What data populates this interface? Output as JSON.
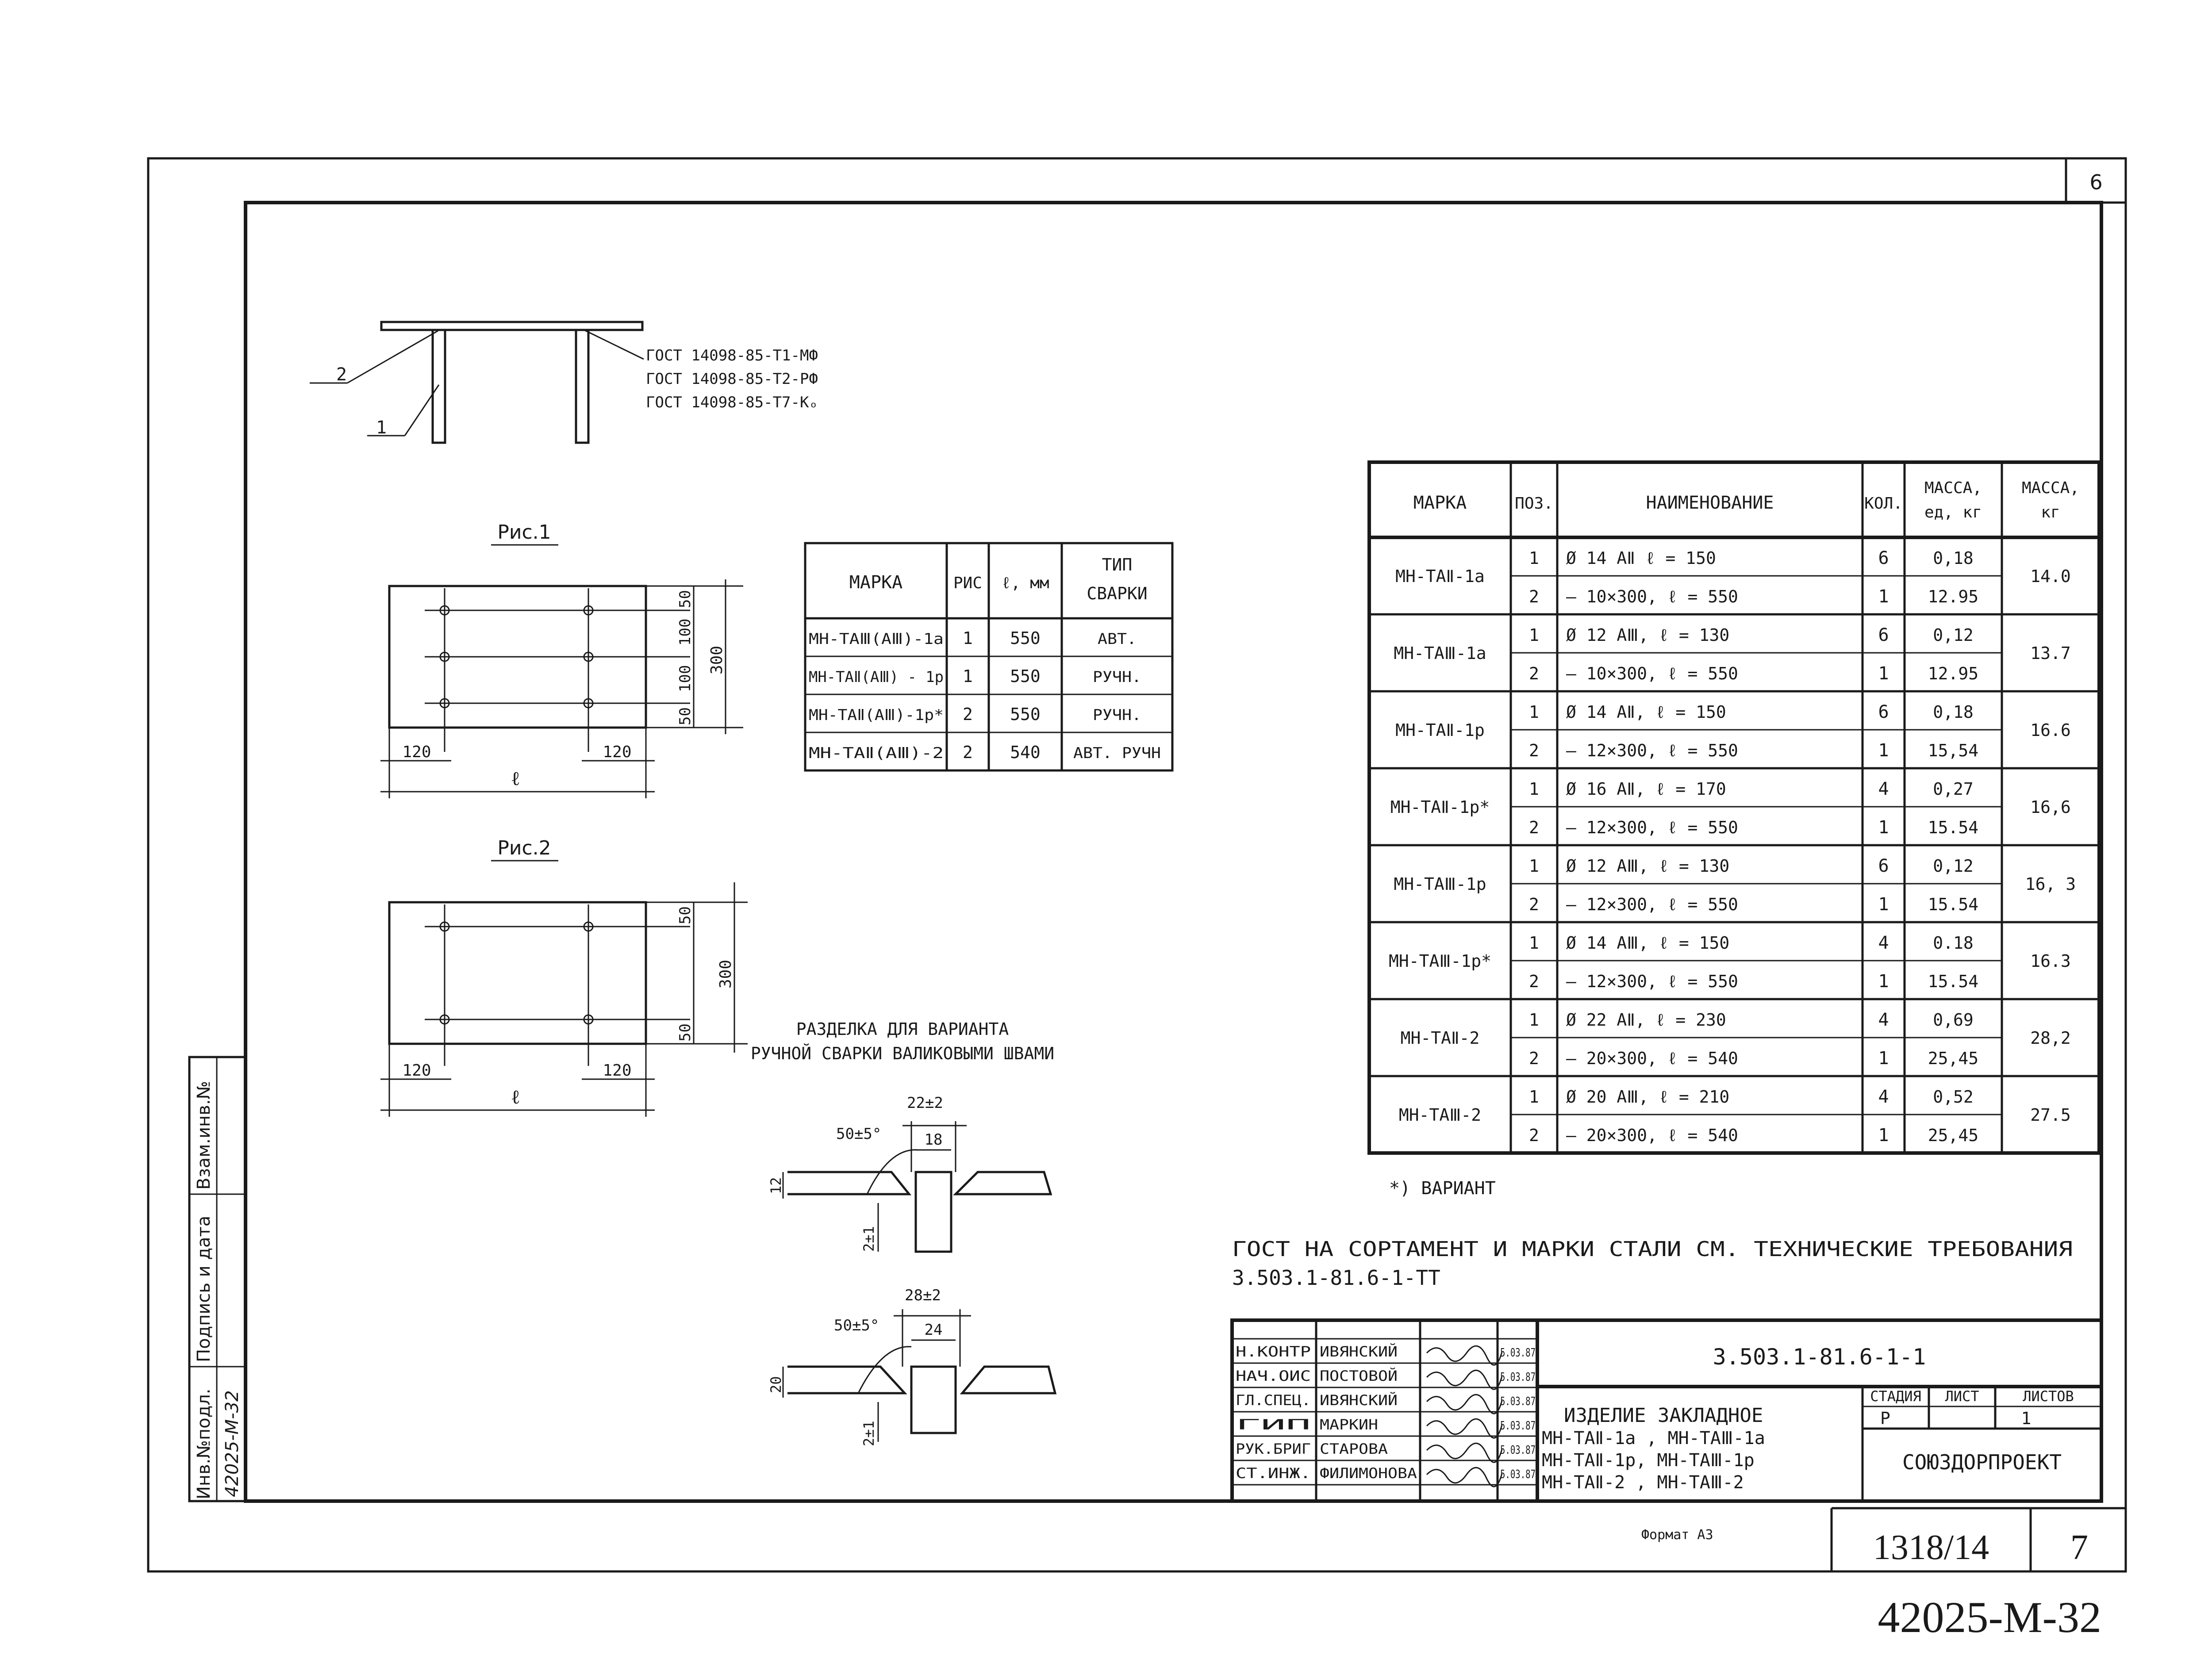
{
  "sheet_corner_number": "6",
  "elevation_view": {
    "pos_label_1": "1",
    "pos_label_2": "2",
    "gost_lines": [
      "ГОСТ 14098-85-Т1-МФ",
      "ГОСТ 14098-85-Т2-РФ",
      "ГОСТ 14098-85-Т7-Кₒ"
    ]
  },
  "fig1": {
    "title": "Рис.1",
    "dims": {
      "left": "120",
      "right": "120",
      "length": "ℓ",
      "d50_top": "50",
      "d100_a": "100",
      "d100_b": "100",
      "d50_bot": "50",
      "overall": "300"
    }
  },
  "fig2": {
    "title": "Рис.2",
    "dims": {
      "left": "120",
      "right": "120",
      "length": "ℓ",
      "d50_top": "50",
      "d50_bot": "50",
      "overall": "300"
    }
  },
  "small_table": {
    "headers": [
      "МАРКА",
      "РИС",
      "ℓ, мм",
      "ТИП",
      "СВАРКИ"
    ],
    "rows": [
      [
        "МН-ТАⅢ(АⅢ)-1а",
        "1",
        "550",
        "АВТ."
      ],
      [
        "МН-ТАⅡ(АⅢ) - 1р",
        "1",
        "550",
        "РУЧН."
      ],
      [
        "МН-ТАⅡ(АⅢ)-1р*",
        "2",
        "550",
        "РУЧН."
      ],
      [
        "МН-ТАⅡ(АⅢ)-2",
        "2",
        "540",
        "АВТ. РУЧН"
      ]
    ]
  },
  "weld_note": {
    "line1": "РАЗДЕЛКА ДЛЯ ВАРИАНТА",
    "line2": "РУЧНОЙ СВАРКИ ВАЛИКОВЫМИ ШВАМИ",
    "d1": {
      "angle": "50±5°",
      "gap_total": "22±2",
      "gap": "18",
      "height": "12",
      "root": "2±1"
    },
    "d2": {
      "angle": "50±5°",
      "gap_total": "28±2",
      "gap": "24",
      "height": "20",
      "root": "2±1"
    }
  },
  "main_table": {
    "headers": [
      "МАРКА",
      "ПОЗ.",
      "НАИМЕНОВАНИЕ",
      "КОЛ.",
      "МАССА, ед, кг",
      "МАССА, кг"
    ],
    "groups": [
      {
        "marka": "МН-ТАⅡ-1а",
        "total": "14.0",
        "rows": [
          [
            "1",
            "Ø 14 АⅡ  ℓ = 150",
            "6",
            "0,18"
          ],
          [
            "2",
            "– 10×300, ℓ = 550",
            "1",
            "12.95"
          ]
        ]
      },
      {
        "marka": "МН-ТАⅢ-1а",
        "total": "13.7",
        "rows": [
          [
            "1",
            "Ø 12 АⅢ, ℓ = 130",
            "6",
            "0,12"
          ],
          [
            "2",
            "– 10×300, ℓ = 550",
            "1",
            "12.95"
          ]
        ]
      },
      {
        "marka": "МН-ТАⅡ-1р",
        "total": "16.6",
        "rows": [
          [
            "1",
            "Ø 14 АⅡ, ℓ = 150",
            "6",
            "0,18"
          ],
          [
            "2",
            "– 12×300, ℓ = 550",
            "1",
            "15,54"
          ]
        ]
      },
      {
        "marka": "МН-ТАⅡ-1р*",
        "total": "16,6",
        "rows": [
          [
            "1",
            "Ø 16 АⅡ, ℓ = 170",
            "4",
            "0,27"
          ],
          [
            "2",
            "– 12×300, ℓ = 550",
            "1",
            "15.54"
          ]
        ]
      },
      {
        "marka": "МН-ТАⅢ-1р",
        "total": "16, 3",
        "rows": [
          [
            "1",
            "Ø 12 АⅢ, ℓ = 130",
            "6",
            "0,12"
          ],
          [
            "2",
            "– 12×300, ℓ = 550",
            "1",
            "15.54"
          ]
        ]
      },
      {
        "marka": "МН-ТАⅢ-1р*",
        "total": "16.3",
        "rows": [
          [
            "1",
            "Ø 14 АⅢ, ℓ = 150",
            "4",
            "0.18"
          ],
          [
            "2",
            "– 12×300, ℓ = 550",
            "1",
            "15.54"
          ]
        ]
      },
      {
        "marka": "МН-ТАⅡ-2",
        "total": "28,2",
        "rows": [
          [
            "1",
            "Ø 22 АⅡ, ℓ = 230",
            "4",
            "0,69"
          ],
          [
            "2",
            "– 20×300, ℓ = 540",
            "1",
            "25,45"
          ]
        ]
      },
      {
        "marka": "МН-ТАⅢ-2",
        "total": "27.5",
        "rows": [
          [
            "1",
            "Ø 20 АⅢ, ℓ = 210",
            "4",
            "0,52"
          ],
          [
            "2",
            "– 20×300, ℓ = 540",
            "1",
            "25,45"
          ]
        ]
      }
    ],
    "footnote": "*) ВАРИАНТ"
  },
  "gost_note": {
    "line1": "ГОСТ НА СОРТАМЕНТ И МАРКИ СТАЛИ СМ. ТЕХНИЧЕСКИЕ ТРЕБОВАНИЯ",
    "line2": "3.503.1-81.6-1-ТТ"
  },
  "title_block": {
    "doc_code": "3.503.1-81.6-1-1",
    "people": [
      [
        "Н.КОНТР",
        "ИВЯНСКИЙ",
        "5.03.87"
      ],
      [
        "НАЧ.ОИС",
        "ПОСТОВОЙ",
        "5.03.87"
      ],
      [
        "ГЛ.СПЕЦ.",
        "ИВЯНСКИЙ",
        "5.03.87"
      ],
      [
        "ГИП",
        "МАРКИН",
        "5.03.87"
      ],
      [
        "РУК.БРИГ",
        "СТАРОВА",
        "5.03.87"
      ],
      [
        "СТ.ИНЖ.",
        "ФИЛИМОНОВА",
        "5.03.87"
      ]
    ],
    "title_lines": [
      "ИЗДЕЛИЕ ЗАКЛАДНОЕ",
      "МН-ТАⅡ-1а , МН-ТАⅢ-1а",
      "МН-ТАⅡ-1р, МН-ТАⅢ-1р",
      "МН-ТАⅡ-2 , МН-ТАⅢ-2"
    ],
    "stage_label": "СТАДИЯ",
    "sheet_label": "ЛИСТ",
    "sheets_label": "ЛИСТОВ",
    "stage": "Р",
    "sheets_total": "1",
    "org": "СОЮЗДОРПРОЕКТ",
    "format": "Формат А3",
    "archive": "1318/14",
    "page": "7"
  },
  "side_stamp": {
    "labels": [
      "Инв.№подл.",
      "Подпись и дата",
      "Взам.инв.№"
    ],
    "inv_number": "42025-М-32"
  },
  "bottom_code": "42025-М-32"
}
